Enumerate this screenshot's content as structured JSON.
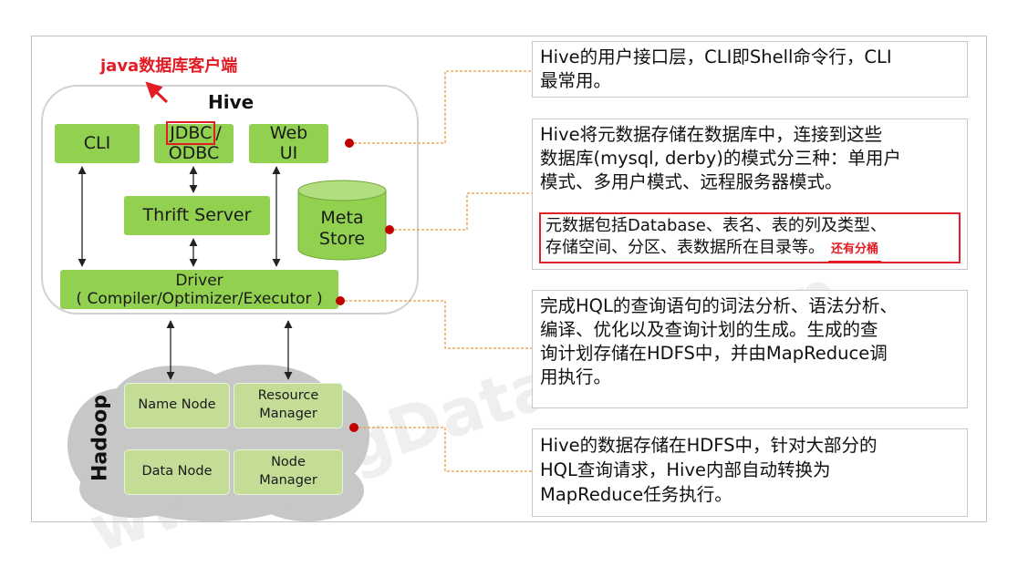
{
  "caption": "java数据库客户端",
  "hive": {
    "title": "Hive",
    "cli": "CLI",
    "jdbc": "JDBC",
    "jdbc_rest": "/",
    "odbc": "ODBC",
    "web_ui_line1": "Web",
    "web_ui_line2": "UI",
    "thrift_server": "Thrift Server",
    "meta_line1": "Meta",
    "meta_line2": "Store",
    "driver_line1": "Driver",
    "driver_line2": "( Compiler/Optimizer/Executor )"
  },
  "hadoop": {
    "label": "Hadoop",
    "name_node": "Name Node",
    "resource_manager_line1": "Resource",
    "resource_manager_line2": "Manager",
    "data_node": "Data Node",
    "node_manager_line1": "Node",
    "node_manager_line2": "Manager"
  },
  "notes": {
    "n1_line1": "Hive的用户接口层，CLI即Shell命令行，CLI",
    "n1_line2": "最常用。",
    "n2_line1": "Hive将元数据存储在数据库中，连接到这些",
    "n2_line2": "数据库(mysql, derby)的模式分三种：单用户",
    "n2_line3": "模式、多用户模式、远程服务器模式。",
    "n2_red_line1": "元数据包括Database、表名、表的列及类型、",
    "n2_red_line2": "存储空间、分区、表数据所在目录等。",
    "n2_tag": "还有分桶",
    "n3_line1": "完成HQL的查询语句的词法分析、语法分析、",
    "n3_line2": "编译、优化以及查询计划的生成。生成的查",
    "n3_line3": "询计划存储在HDFS中，并由MapReduce调",
    "n3_line4": "用执行。",
    "n4_line1": "Hive的数据存储在HDFS中，针对大部分的",
    "n4_line2": "HQL查询请求，Hive内部自动转换为",
    "n4_line3": "MapReduce任务执行。"
  },
  "watermark": "www.BigData Hadoop",
  "colors": {
    "accent_red": "#e31b23",
    "box_green": "#92d050",
    "light_green": "#c3dd97",
    "connector_orange": "#e69a3c",
    "dot_red": "#c00000"
  }
}
